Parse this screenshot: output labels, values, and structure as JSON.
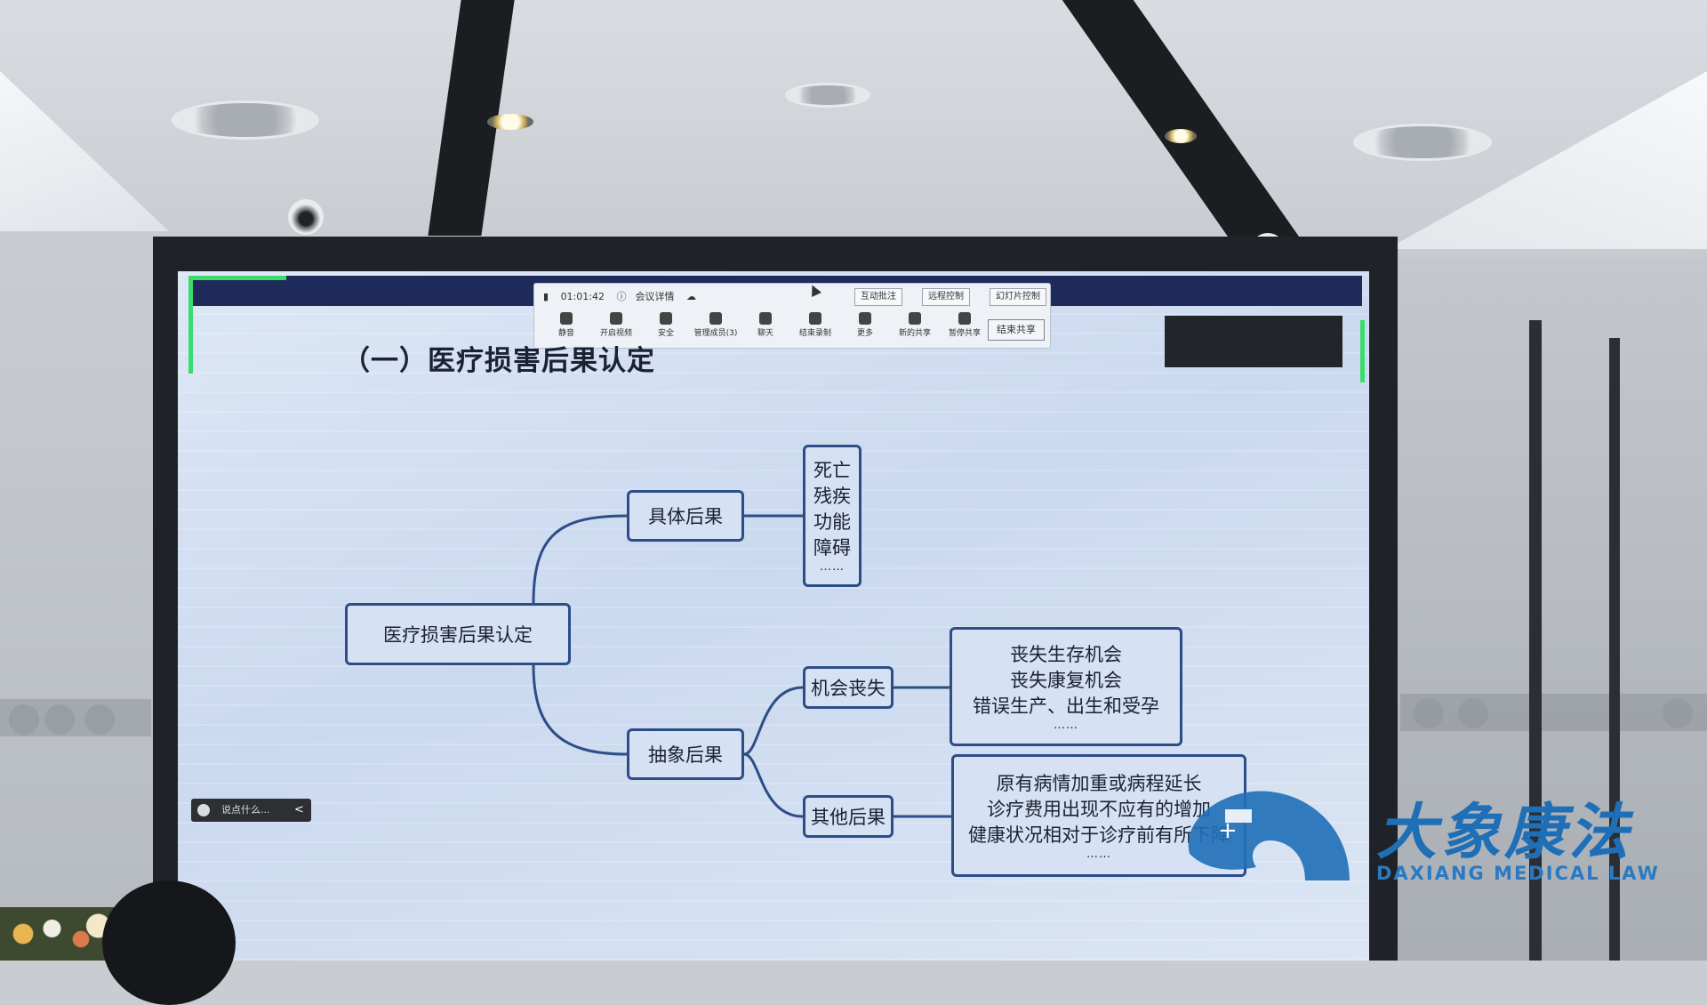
{
  "meeting_toolbar": {
    "timer": "01:01:42",
    "meeting_details": "会议详情",
    "top_buttons": [
      "互动批注",
      "远程控制",
      "幻灯片控制"
    ],
    "items": [
      "静音",
      "开启视频",
      "安全",
      "管理成员(3)",
      "聊天",
      "结束录制",
      "更多",
      "新的共享",
      "暂停共享"
    ],
    "end_share": "结束共享"
  },
  "slide": {
    "title": "（一）医疗损害后果认定",
    "mindmap": {
      "root": "医疗损害后果认定",
      "concrete": {
        "label": "具体后果",
        "items": [
          "死亡",
          "残疾",
          "功能",
          "障碍"
        ],
        "more": "……"
      },
      "abstract": {
        "label": "抽象后果",
        "opportunity_loss": {
          "label": "机会丧失",
          "items": [
            "丧失生存机会",
            "丧失康复机会",
            "错误生产、出生和受孕"
          ],
          "more": "……"
        },
        "other": {
          "label": "其他后果",
          "items": [
            "原有病情加重或病程延长",
            "诊疗费用出现不应有的增加",
            "健康状况相对于诊疗前有所下降"
          ],
          "more": "……"
        }
      }
    }
  },
  "chat_bar": {
    "placeholder": "说点什么...",
    "collapse": "<"
  },
  "watermark": {
    "cn": "大象康法",
    "en": "DAXIANG MEDICAL LAW"
  },
  "colors": {
    "node_border": "#2c4d86",
    "node_fill": "#d6e2f3",
    "watermark_blue": "#1f6fb7",
    "share_border": "#3adc6a"
  }
}
